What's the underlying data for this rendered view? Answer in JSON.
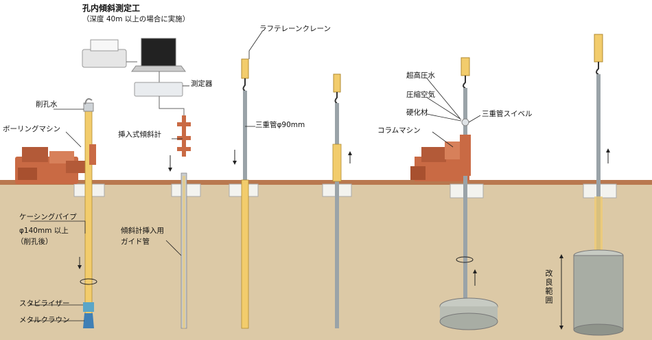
{
  "header": {
    "title": "孔内傾斜測定工",
    "subtitle": "（深度 40m 以上の場合に実施）"
  },
  "labels": {
    "drilling_water": "削孔水",
    "boring_machine": "ボーリングマシン",
    "casing_pipe": "ケーシングパイプ",
    "casing_size_1": "φ140mm 以上",
    "casing_size_2": "（削孔後）",
    "stabilizer": "スタビライザー",
    "metal_crown": "メタルクラウン",
    "measuring_device": "測定器",
    "insertion_inclinometer": "挿入式傾斜計",
    "guide_pipe_1": "傾斜計挿入用",
    "guide_pipe_2": "ガイド管",
    "crane": "ラフテレーンクレーン",
    "triple_pipe": "三重管φ90mm",
    "ultra_high_pressure_water": "超高圧水",
    "compressed_air": "圧縮空気",
    "hardener": "硬化材",
    "triple_pipe_swivel": "三重管スイベル",
    "column_machine": "コラムマシン",
    "improvement_range": "改良範囲"
  },
  "colors": {
    "ground_fill": "#dcc9a6",
    "ground_line": "#b9784f",
    "casing": "#f2cc6c",
    "machine": "#c96a44",
    "rod": "#9aa3a8"
  }
}
